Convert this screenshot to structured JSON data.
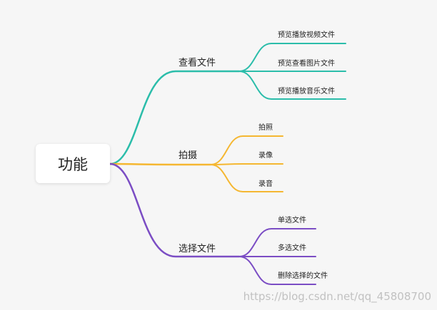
{
  "root": {
    "label": "功能"
  },
  "branches": [
    {
      "label": "查看文件",
      "color": "#2bbdaa",
      "children": [
        "预览播放视频文件",
        "预览查看图片文件",
        "预览播放音乐文件"
      ]
    },
    {
      "label": "拍摄",
      "color": "#f5b731",
      "children": [
        "拍照",
        "录像",
        "录音"
      ]
    },
    {
      "label": "选择文件",
      "color": "#7b4dc4",
      "children": [
        "单选文件",
        "多选文件",
        "删除选择的文件"
      ]
    }
  ],
  "watermark": "https://blog.csdn.net/qq_45808700"
}
